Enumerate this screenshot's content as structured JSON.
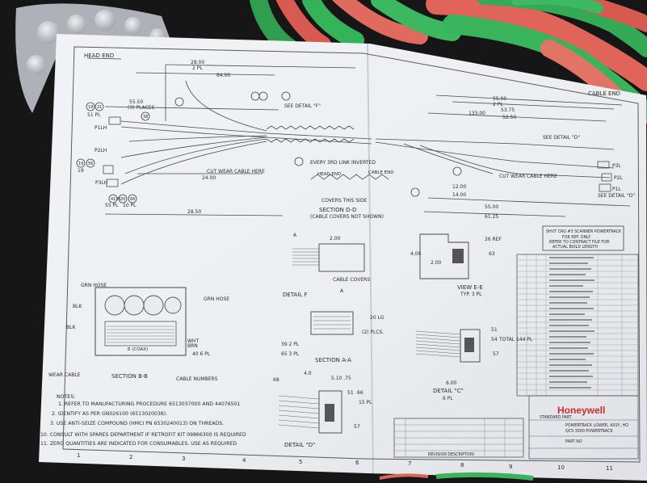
{
  "photo": {
    "title_left": "HEAD END",
    "title_right": "CABLE END",
    "dims_top": [
      "28.00",
      "2 PL",
      "64.00",
      "55.50",
      "(3) PLACES"
    ],
    "dims_right": [
      "55.00",
      "2 PL",
      "53.75",
      "52.50",
      "133.00"
    ],
    "refs_left": [
      "19",
      "21",
      "51 PL",
      "38",
      "P1LH",
      "P2LH",
      "P3LH",
      "19",
      "56",
      "41 PL",
      "19",
      "20",
      "66",
      "55 PL",
      "10 PL"
    ],
    "labels_mid": [
      "SEE DETAIL \"F\"",
      "EVERY 3RD LINK INVERTED",
      "HEAD END",
      "CABLE END",
      "COVERS THIS SIDE",
      "SECTION D-D",
      "(CABLE COVERS NOT SHOWN)",
      "CUT WEAR CABLE HERE",
      "24.00",
      "28.50",
      "12.00",
      "14.00",
      "55.00",
      "61.25"
    ],
    "labels_right": [
      "SEE DETAIL \"D\"",
      "CUT WEAR CABLE HERE",
      "P3L",
      "P2L",
      "P1L",
      "SEE DETAIL \"D\""
    ],
    "section_bb": [
      "GRN HOSE",
      "GRN HOSE",
      "BLK",
      "BLK",
      "6 (COAX)",
      "BRN",
      "WHT",
      "40 6 PL",
      "WEAR CABLE",
      "CABLE NUMBERS",
      "SECTION B-B"
    ],
    "detail_f": [
      "DETAIL  F",
      "CABLE COVERS",
      "2.00",
      "A",
      "A"
    ],
    "section_aa": [
      "SECTION A-A",
      "(2) PLCS.",
      "20 LG",
      "39 2 PL",
      "65 3 PL"
    ],
    "view_ee": [
      "VIEW E-E",
      "TYP. 3 PL",
      "4.00",
      "2.00",
      "26 REF",
      "63"
    ],
    "detail_c": [
      "DETAIL \"C\"",
      "6 PL",
      "TOTAL 144 PL",
      "6.00",
      "51",
      "54",
      "57"
    ],
    "detail_d": [
      "DETAIL \"D\"",
      "4.0",
      "5.10 .75",
      "68",
      "15 PL",
      "51",
      "66",
      "57"
    ],
    "notes_title": "NOTES:",
    "notes": [
      "1. REFER TO MANUFACTURING PROCEDURE 6513037000 AND 44076501",
      "2. IDENTIFY AS PER GN026100 (6513020038).",
      "3. USE ANTI-SEIZE COMPOUND (HMCI PN 6530240013) ON THREADS.",
      "10. CONSULT WITH SPARES DEPARTMENT IF RETROFIT KIT 09866300 IS REQUIRED",
      "11. ZERO QUANTITIES ARE INDICATED FOR CONSUMABLES. USE AS REQUIRED"
    ],
    "box_note": [
      "SHUT CRG #3 SCANNER POWERTRACK",
      "FOR REF. ONLY",
      "REFER TO CONTRACT FILE FOR",
      "ACTUAL BUILD LENGTH"
    ],
    "brand": "Honeywell",
    "title_block": [
      "POWERTRACK LOWER, ASSY, HO",
      "QCS 3000 POWERTRACK",
      "PART NO",
      "STANDARD PART"
    ],
    "revision_label": "REVISION DESCRIPTION",
    "grid_numbers": [
      "1",
      "2",
      "3",
      "4",
      "5",
      "6",
      "7",
      "8",
      "9",
      "10",
      "11"
    ]
  },
  "colors": {
    "paper": "#eeeff2",
    "ink": "#3a3a3a",
    "hose_red": "#e0645a",
    "hose_green": "#39b45c",
    "background": "#161616",
    "bubble_wrap": "#cfd2d8"
  }
}
